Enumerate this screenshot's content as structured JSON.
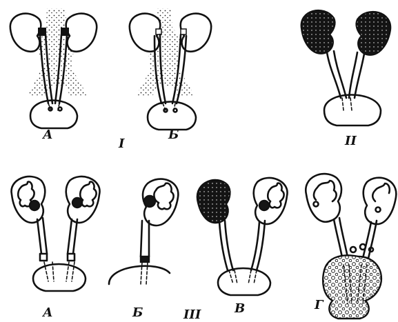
{
  "figure": {
    "labels": {
      "panel_1a": "А",
      "panel_1b": "Б",
      "group_1": "I",
      "group_2": "II",
      "panel_3a": "А",
      "panel_3b": "Б",
      "group_3": "III",
      "panel_3v": "В",
      "panel_3g": "Г"
    }
  }
}
